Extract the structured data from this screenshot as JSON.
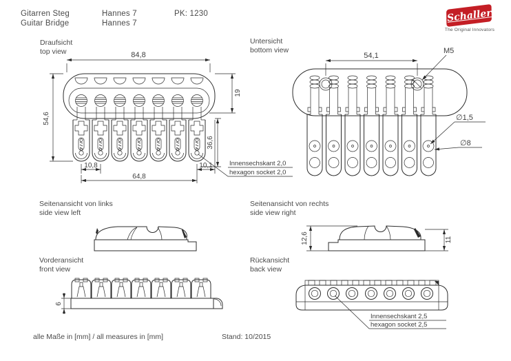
{
  "header": {
    "title_de": "Gitarren Steg",
    "title_en": "Guitar Bridge",
    "model_line1": "Hannes 7",
    "model_line2": "Hannes 7",
    "pk": "PK: 1230",
    "logo": {
      "brand": "Schaller",
      "tagline": "The Original Innovators",
      "brand_color": "#c41e25"
    }
  },
  "views": {
    "top": {
      "label_de": "Draufsicht",
      "label_en": "top view",
      "dims": {
        "total_width": "84,8",
        "total_depth": "54,6",
        "plate_depth": "19",
        "saddle_length": "36,6",
        "string_pitch": "10,8",
        "string_span": "64,8",
        "edge_offset": "10,1"
      },
      "note_de": "Innensechskant 2,0",
      "note_en": "hexagon socket 2,0"
    },
    "bottom": {
      "label_de": "Untersicht",
      "label_en": "bottom view",
      "dims": {
        "hole_span": "54,1",
        "thread": "M5",
        "hole_small": "∅1,5",
        "hole_large": "∅8"
      }
    },
    "side_left": {
      "label_de": "Seitenansicht von links",
      "label_en": "side view left"
    },
    "side_right": {
      "label_de": "Seitenansicht von rechts",
      "label_en": "side view right",
      "dims": {
        "height_front": "12,6",
        "height_rear": "11"
      }
    },
    "front": {
      "label_de": "Vorderansicht",
      "label_en": "front view",
      "dims": {
        "base_height": "6"
      }
    },
    "back": {
      "label_de": "Rückansicht",
      "label_en": "back view",
      "note_de": "Innensechskant 2,5",
      "note_en": "hexagon socket 2,5"
    }
  },
  "footer": {
    "measures": "alle Maße in [mm] / all measures in [mm]",
    "date": "Stand: 10/2015"
  }
}
